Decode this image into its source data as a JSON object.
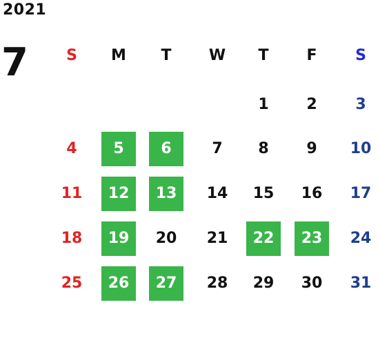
{
  "calendar": {
    "year": "2021",
    "month": "7",
    "weekdays": [
      "S",
      "M",
      "T",
      "W",
      "T",
      "F",
      "S"
    ],
    "weeks": [
      [
        "",
        "",
        "",
        "",
        "1",
        "2",
        "3"
      ],
      [
        "4",
        "5",
        "6",
        "7",
        "8",
        "9",
        "10"
      ],
      [
        "11",
        "12",
        "13",
        "14",
        "15",
        "16",
        "17"
      ],
      [
        "18",
        "19",
        "20",
        "21",
        "22",
        "23",
        "24"
      ],
      [
        "25",
        "26",
        "27",
        "28",
        "29",
        "30",
        "31"
      ]
    ],
    "highlighted_days": [
      "5",
      "6",
      "12",
      "13",
      "19",
      "22",
      "23",
      "26",
      "27"
    ],
    "colors": {
      "sunday": "#e02424",
      "saturday_header": "#1f2bd6",
      "saturday_dates": "#1e3f8f",
      "weekday": "#111111",
      "highlight_bg": "#3ab54a",
      "highlight_text": "#ffffff"
    }
  }
}
